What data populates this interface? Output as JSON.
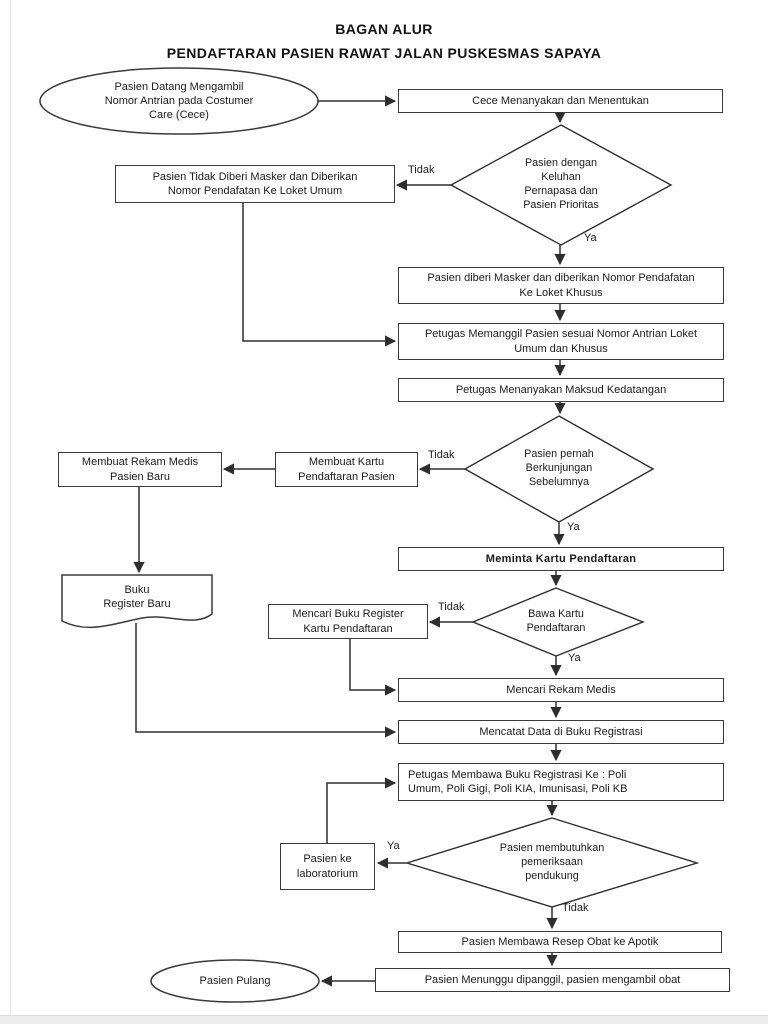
{
  "title": {
    "line1": "BAGAN ALUR",
    "line2": "PENDAFTARAN PASIEN RAWAT JALAN PUSKESMAS SAPAYA"
  },
  "labels": {
    "ya": "Ya",
    "tidak": "Tidak"
  },
  "nodes": {
    "start": "Pasien Datang Mengambil\nNomor Antrian pada Costumer\nCare (Cece)",
    "cece": "Cece Menanyakan dan Menentukan",
    "keluhan_decision": "Pasien dengan\nKeluhan\nPernapasa dan\nPasien Prioritas",
    "tidak_masker": "Pasien Tidak Diberi Masker dan Diberikan\nNomor Pendafatan Ke Loket Umum",
    "diberi_masker": "Pasien diberi Masker dan diberikan Nomor Pendafatan\nKe Loket Khusus",
    "memanggil": "Petugas Memanggil Pasien sesuai Nomor Antrian Loket\nUmum dan Khusus",
    "maksud": "Petugas Menanyakan Maksud Kedatangan",
    "pernah_decision": "Pasien pernah\nBerkunjungan\nSebelumnya",
    "membuat_kartu": "Membuat Kartu\nPendaftaran Pasien",
    "membuat_rekam": "Membuat Rekam Medis\nPasien Baru",
    "buku_register": "Buku\nRegister Baru",
    "meminta_kartu": "Meminta Kartu Pendaftaran",
    "bawa_decision": "Bawa Kartu\nPendaftaran",
    "mencari_buku": "Mencari Buku Register\nKartu Pendaftaran",
    "mencari_rekam": "Mencari Rekam Medis",
    "mencatat": "Mencatat Data di Buku Registrasi",
    "membawa": "Petugas Membawa Buku Registrasi Ke : Poli\nUmum, Poli Gigi, Poli KIA, Imunisasi, Poli KB",
    "pemeriksaan_decision": "Pasien membutuhkan\npemeriksaan\npendukung",
    "laboratorium": "Pasien ke\nlaboratorium",
    "resep": "Pasien Membawa Resep Obat ke Apotik",
    "menunggu": "Pasien Menunggu dipanggil, pasien mengambil obat",
    "end": "Pasien Pulang"
  },
  "colors": {
    "line": "#2e2e2e",
    "border": "#3a3a3a",
    "text": "#1b1b1b",
    "background": "#ffffff"
  }
}
